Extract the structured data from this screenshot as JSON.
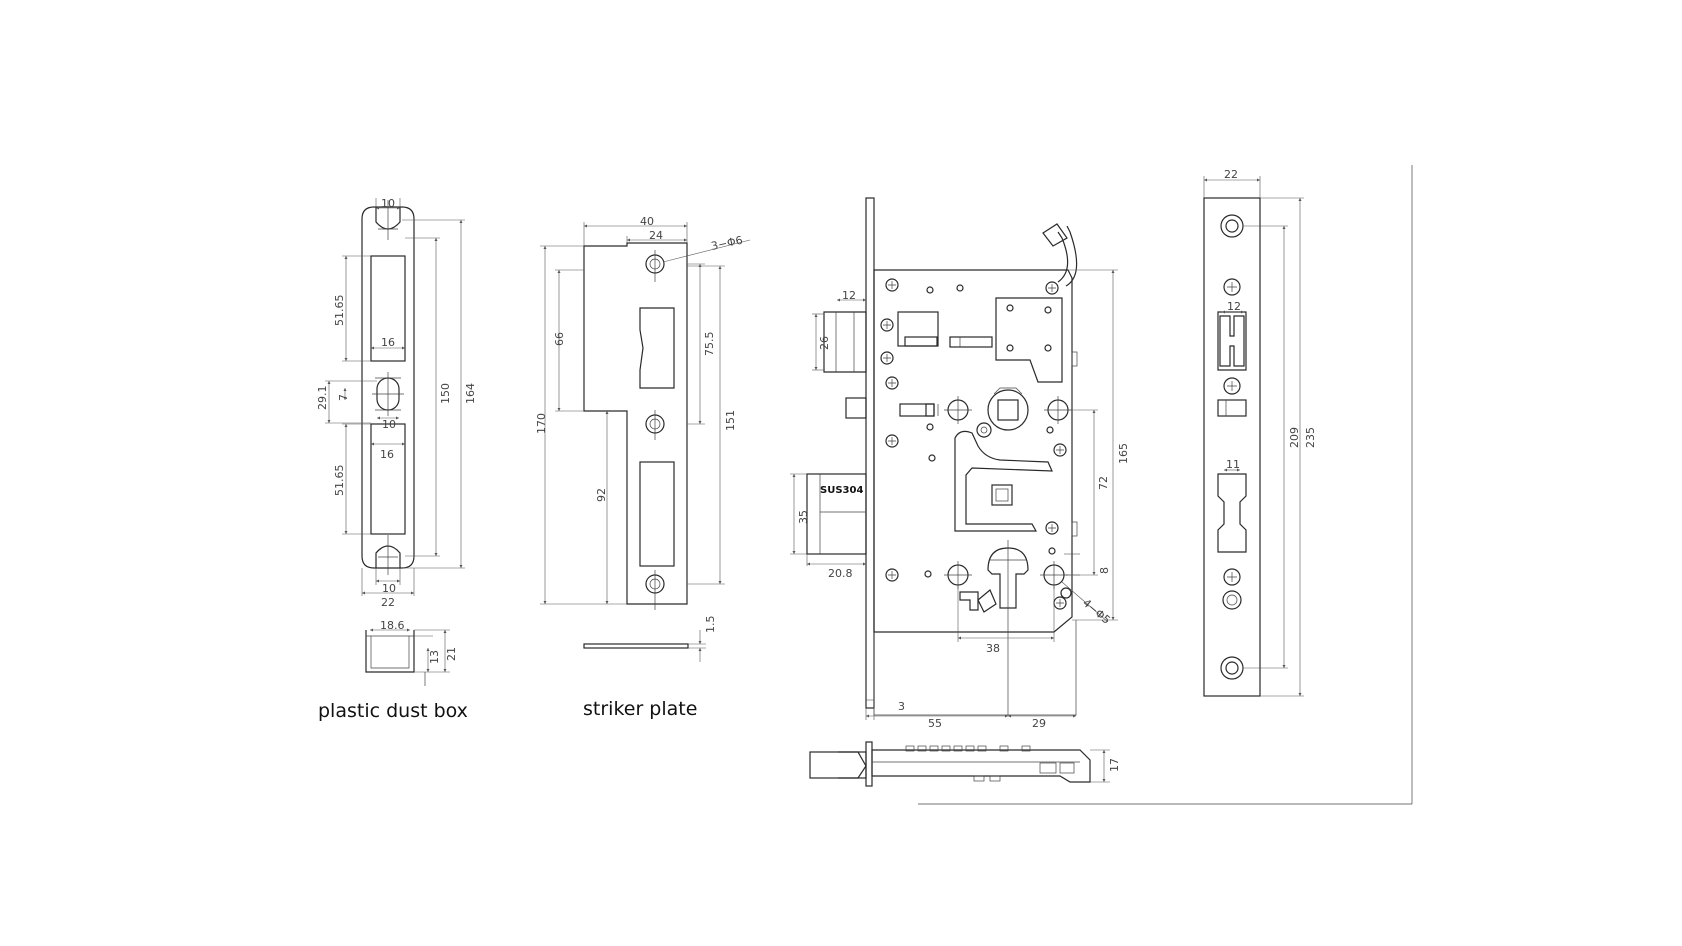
{
  "captions": {
    "dust_box": "plastic dust box",
    "striker": "striker plate"
  },
  "material_mark": "SUS304",
  "dims": {
    "db_top_w": "10",
    "db_upper_h": "51.65",
    "db_slot_w1": "16",
    "db_mid_h": "29.1",
    "db_mid_small": "7",
    "db_mid_w": "10",
    "db_slot_w2": "16",
    "db_lower_h": "51.65",
    "db_bot_w": "10",
    "db_total_w": "22",
    "db_h150": "150",
    "db_h164": "164",
    "box_w": "18.6",
    "box_h13": "13",
    "box_h21": "21",
    "sp_w40": "40",
    "sp_w24": "24",
    "sp_hole": "3−Φ6",
    "sp_h66": "66",
    "sp_h75": "75.5",
    "sp_h170": "170",
    "sp_h151": "151",
    "sp_h92": "92",
    "sp_t15": "1.5",
    "lb_12": "12",
    "lb_26": "26",
    "lb_35": "35",
    "lb_208": "20.8",
    "lb_165": "165",
    "lb_72": "72",
    "lb_8": "8",
    "lb_38": "38",
    "lb_hole": "4−Φ5",
    "lb_3": "3",
    "lb_55": "55",
    "lb_29": "29",
    "lb_17": "17",
    "fp_22": "22",
    "fp_12": "12",
    "fp_11": "11",
    "fp_209": "209",
    "fp_235": "235"
  }
}
